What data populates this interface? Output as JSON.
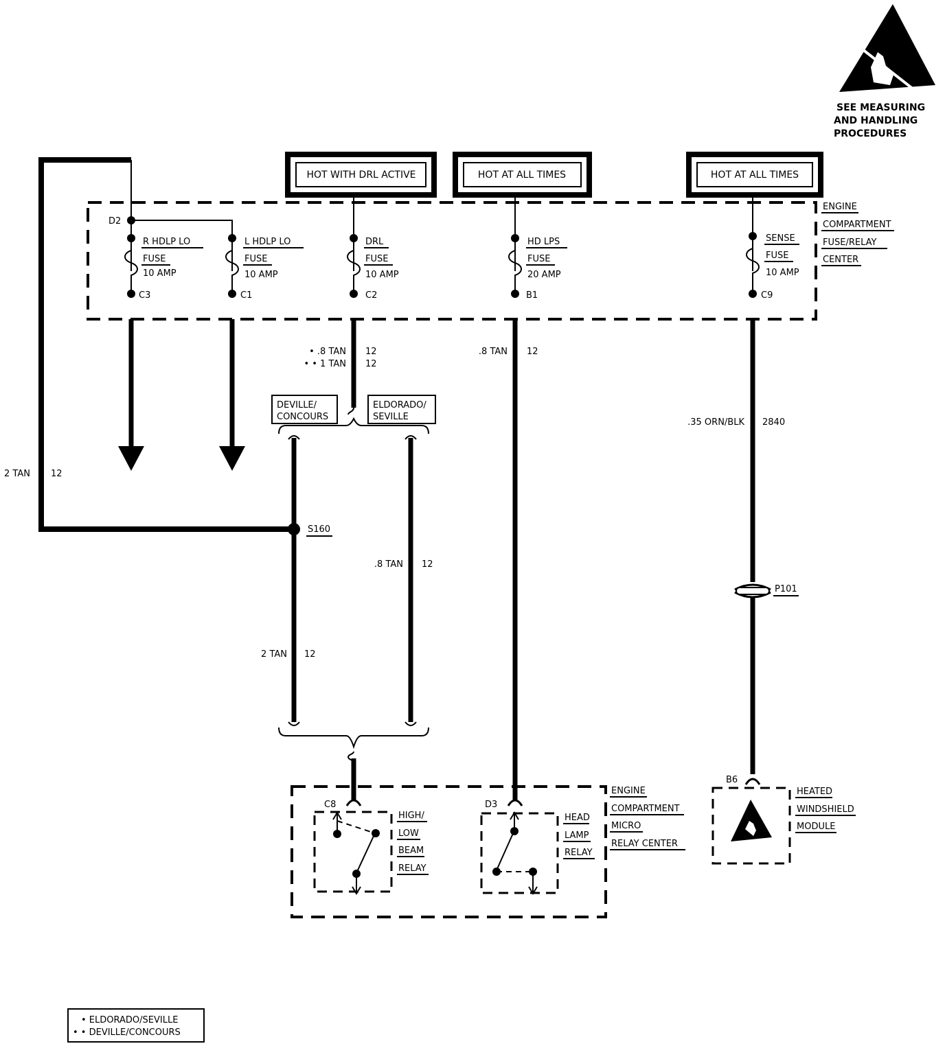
{
  "esd_warning": {
    "line1": "SEE MEASURING",
    "line2": "AND HANDLING",
    "line3": "PROCEDURES"
  },
  "power_sources": {
    "drl": "HOT WITH DRL ACTIVE",
    "hd_lps": "HOT AT ALL TIMES",
    "sense": "HOT AT ALL TIMES"
  },
  "fuse_center": {
    "line1": "ENGINE",
    "line2": "COMPARTMENT",
    "line3": "FUSE/RELAY",
    "line4": "CENTER"
  },
  "fuses": {
    "r_hdlp": {
      "name": "R HDLP LO",
      "type": "FUSE",
      "rating": "10 AMP",
      "pin": "C3"
    },
    "l_hdlp": {
      "name": "L HDLP LO",
      "type": "FUSE",
      "rating": "10 AMP",
      "pin": "C1"
    },
    "drl": {
      "name": "DRL",
      "type": "FUSE",
      "rating": "10 AMP",
      "pin": "C2"
    },
    "hd_lps": {
      "name": "HD LPS",
      "type": "FUSE",
      "rating": "20 AMP",
      "pin": "B1"
    },
    "sense": {
      "name": "SENSE",
      "type": "FUSE",
      "rating": "10 AMP",
      "pin": "C9"
    }
  },
  "d2_pin": "D2",
  "wires": {
    "loop_size": "2 TAN",
    "loop_circuit": "12",
    "drl_1_size": "• .8 TAN",
    "drl_1_circuit": "12",
    "drl_2_size": "• • 1 TAN",
    "drl_2_circuit": "12",
    "hdlps_size": ".8 TAN",
    "hdlps_circuit": "12",
    "sense_size": ".35 ORN/BLK",
    "sense_circuit": "2840",
    "eldo_size": ".8 TAN",
    "eldo_circuit": "12",
    "deville_size": "2 TAN",
    "deville_circuit": "12"
  },
  "options": {
    "deville_line1": "DEVILLE/",
    "deville_line2": "CONCOURS",
    "eldorado_line1": "ELDORADO/",
    "eldorado_line2": "SEVILLE"
  },
  "splice": "S160",
  "connector": "P101",
  "micro_relay_center": {
    "line1": "ENGINE",
    "line2": "COMPARTMENT",
    "line3": "MICRO",
    "line4": "RELAY CENTER"
  },
  "relays": {
    "high_low": {
      "pin": "C8",
      "line1": "HIGH/",
      "line2": "LOW",
      "line3": "BEAM",
      "line4": "RELAY"
    },
    "head_lamp": {
      "pin": "D3",
      "line1": "HEAD",
      "line2": "LAMP",
      "line3": "RELAY"
    }
  },
  "module": {
    "pin": "B6",
    "line1": "HEATED",
    "line2": "WINDSHIELD",
    "line3": "MODULE"
  },
  "legend": {
    "row1": "• ELDORADO/SEVILLE",
    "row2": "• • DEVILLE/CONCOURS"
  }
}
